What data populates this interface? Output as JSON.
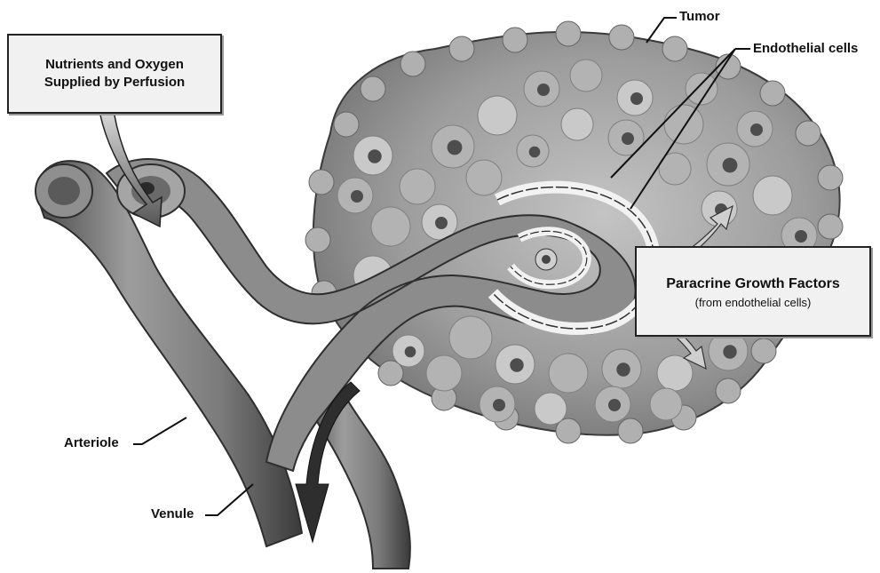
{
  "labels": {
    "nutrients_line1": "Nutrients and Oxygen",
    "nutrients_line2": "Supplied by Perfusion",
    "tumor": "Tumor",
    "endothelial": "Endothelial cells",
    "paracrine_title": "Paracrine Growth Factors",
    "paracrine_sub": "(from endothelial cells)",
    "arteriole": "Arteriole",
    "venule": "Venule"
  },
  "colors": {
    "tumor_fill": "#9a9a9a",
    "tumor_dark": "#5a5a5a",
    "vessel_fill": "#8a8a8a",
    "vessel_dark": "#3e3e3e",
    "cell_light": "#cfcfcf",
    "nucleus": "#4a4a4a",
    "box_fill": "#f1f1f1"
  },
  "icons": {
    "inflow_arrow": "curved-arrow-icon",
    "outflow_arrow": "curved-arrow-icon",
    "paracrine_arrow": "arrow-icon"
  }
}
